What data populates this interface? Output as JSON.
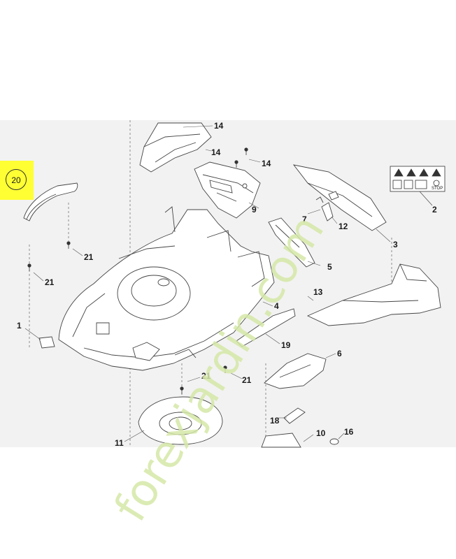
{
  "diagram": {
    "highlighted_part": "20",
    "callouts": [
      "14",
      "14",
      "14",
      "9",
      "2",
      "3",
      "7",
      "12",
      "5",
      "21",
      "21",
      "4",
      "13",
      "1",
      "19",
      "6",
      "21",
      "21",
      "18",
      "11",
      "10",
      "16"
    ]
  },
  "watermark": {
    "text": "forexjardin.com"
  },
  "warning_label": {
    "stop_text": "STOP"
  }
}
